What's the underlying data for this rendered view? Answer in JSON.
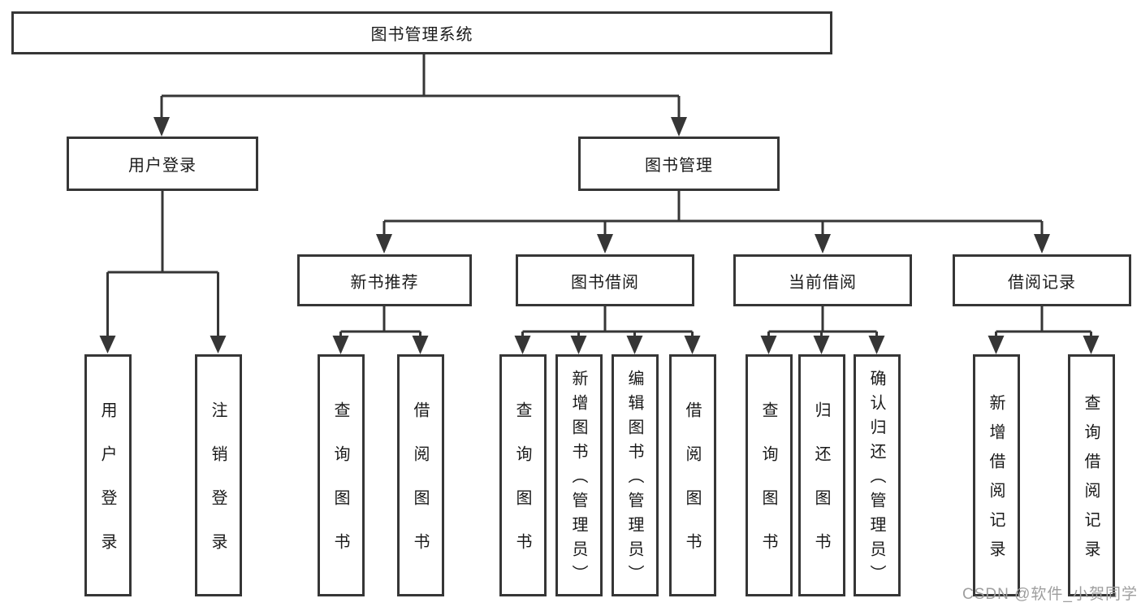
{
  "tree": {
    "root": "图书管理系统",
    "branches": [
      {
        "label": "用户登录",
        "leaves": [
          "用户登录",
          "注销登录"
        ]
      },
      {
        "label": "图书管理",
        "sections": [
          {
            "label": "新书推荐",
            "leaves": [
              "查询图书",
              "借阅图书"
            ]
          },
          {
            "label": "图书借阅",
            "leaves": [
              "查询图书",
              "新增图书（管理员）",
              "编辑图书（管理员）",
              "借阅图书"
            ]
          },
          {
            "label": "当前借阅",
            "leaves": [
              "查询图书",
              "归还图书",
              "确认归还（管理员）"
            ]
          },
          {
            "label": "借阅记录",
            "leaves": [
              "新增借阅记录",
              "查询借阅记录"
            ]
          }
        ]
      }
    ]
  },
  "watermark": {
    "text": "CSDN @软件_小贺同学"
  },
  "colors": {
    "line": "#363636",
    "box_border": "#363636",
    "text": "#1a1a1a",
    "watermark": "#9e9e9e",
    "background": "#ffffff"
  }
}
